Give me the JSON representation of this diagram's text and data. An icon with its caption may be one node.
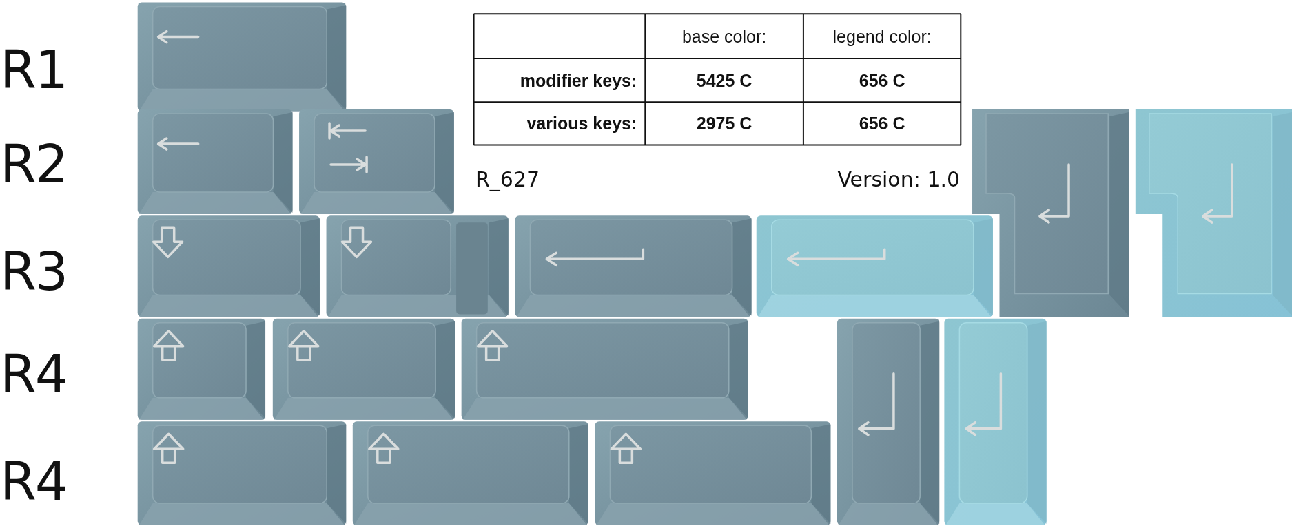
{
  "diagram": {
    "labels": [
      "R1",
      "R2",
      "R3",
      "R4",
      "R4",
      "base color:",
      "legend color:",
      "modifier keys:",
      "5425 C",
      "656 C",
      "various keys:",
      "2975 C",
      "656 C",
      "R_627",
      "Version: 1.0"
    ]
  }
}
